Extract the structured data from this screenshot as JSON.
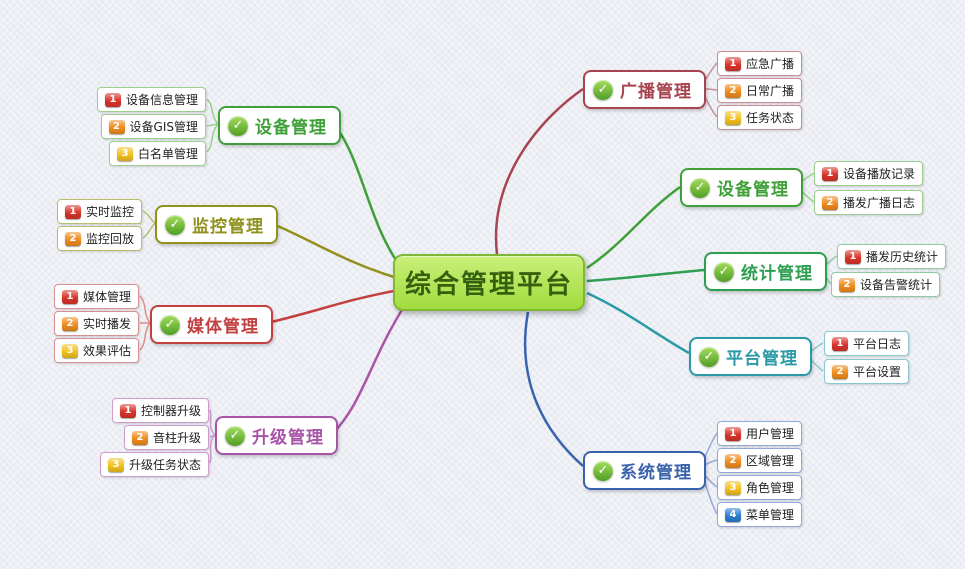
{
  "center": {
    "label": "综合管理平台",
    "bg": "#a9df45",
    "border": "#7fb832",
    "text_color": "#35610f"
  },
  "check_icon": {
    "glyph": "✓",
    "color": "#57a829"
  },
  "badge_colors": {
    "1": "#d9342b",
    "2": "#ef8b1d",
    "3": "#f2c11e",
    "4": "#2d7fd0"
  },
  "branches": [
    {
      "label": "设备管理",
      "side": "left",
      "color": "#3fa03a",
      "light": "#9ccf8f",
      "children": [
        {
          "num": "1",
          "label": "设备信息管理"
        },
        {
          "num": "2",
          "label": "设备GIS管理"
        },
        {
          "num": "3",
          "label": "白名单管理"
        }
      ]
    },
    {
      "label": "监控管理",
      "side": "left",
      "color": "#91911e",
      "light": "#bcbc6d",
      "children": [
        {
          "num": "1",
          "label": "实时监控"
        },
        {
          "num": "2",
          "label": "监控回放"
        }
      ]
    },
    {
      "label": "媒体管理",
      "side": "left",
      "color": "#c24040",
      "light": "#d89090",
      "children": [
        {
          "num": "1",
          "label": "媒体管理"
        },
        {
          "num": "2",
          "label": "实时播发"
        },
        {
          "num": "3",
          "label": "效果评估"
        }
      ]
    },
    {
      "label": "升级管理",
      "side": "left",
      "color": "#a855a8",
      "light": "#cf9ccf",
      "children": [
        {
          "num": "1",
          "label": "控制器升级"
        },
        {
          "num": "2",
          "label": "音柱升级"
        },
        {
          "num": "3",
          "label": "升级任务状态"
        }
      ]
    },
    {
      "label": "广播管理",
      "side": "right",
      "color": "#a8434f",
      "light": "#c98f97",
      "children": [
        {
          "num": "1",
          "label": "应急广播"
        },
        {
          "num": "2",
          "label": "日常广播"
        },
        {
          "num": "3",
          "label": "任务状态"
        }
      ]
    },
    {
      "label": "设备管理",
      "side": "right",
      "color": "#3fa03a",
      "light": "#9ccf8f",
      "children": [
        {
          "num": "1",
          "label": "设备播放记录"
        },
        {
          "num": "2",
          "label": "播发广播日志"
        }
      ]
    },
    {
      "label": "统计管理",
      "side": "right",
      "color": "#2e9e50",
      "light": "#8fcaa4",
      "children": [
        {
          "num": "1",
          "label": "播发历史统计"
        },
        {
          "num": "2",
          "label": "设备告警统计"
        }
      ]
    },
    {
      "label": "平台管理",
      "side": "right",
      "color": "#2b9aa6",
      "light": "#8ac8cf",
      "children": [
        {
          "num": "1",
          "label": "平台日志"
        },
        {
          "num": "2",
          "label": "平台设置"
        }
      ]
    },
    {
      "label": "系统管理",
      "side": "right",
      "color": "#3a63ae",
      "light": "#90a9d6",
      "children": [
        {
          "num": "1",
          "label": "用户管理"
        },
        {
          "num": "2",
          "label": "区域管理"
        },
        {
          "num": "3",
          "label": "角色管理"
        },
        {
          "num": "4",
          "label": "菜单管理"
        }
      ]
    }
  ]
}
